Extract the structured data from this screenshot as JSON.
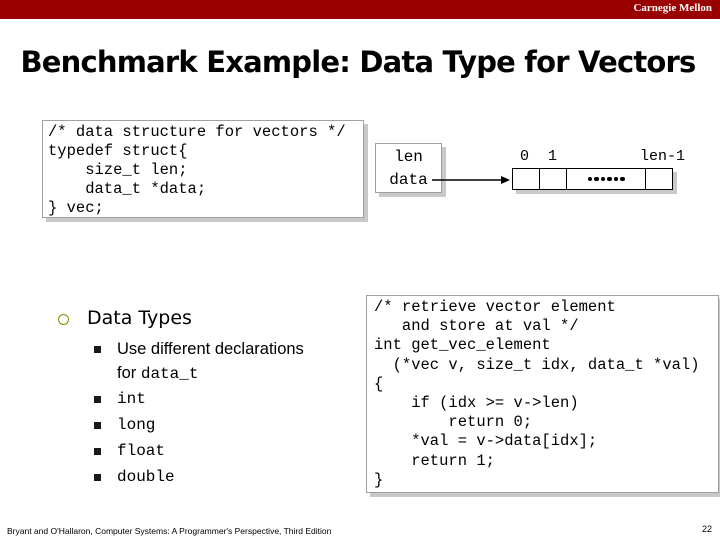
{
  "header": {
    "brand": "Carnegie Mellon",
    "accent": "#990000"
  },
  "title": "Benchmark Example: Data Type for Vectors",
  "struct_code": "/* data structure for vectors */\ntypedef struct{\n    size_t len;\n    data_t *data;\n} vec;",
  "diagram": {
    "fields": [
      "len",
      "data"
    ],
    "index_first": "0",
    "index_second": "1",
    "index_last": "len-1"
  },
  "function_code": "/* retrieve vector element\n   and store at val */\nint get_vec_element\n  (*vec v, size_t idx, data_t *val)\n{\n    if (idx >= v->len)\n        return 0;\n    *val = v->data[idx];\n    return 1;\n}",
  "bullets": {
    "main": "Data Types",
    "sub1_text": "Use different declarations",
    "sub1_line2_prefix": "for ",
    "sub1_code": "data_t",
    "types": [
      "int",
      "long",
      "float",
      "double"
    ]
  },
  "footer": "Bryant and O'Hallaron, Computer Systems: A Programmer's Perspective, Third Edition",
  "page_number": "22"
}
